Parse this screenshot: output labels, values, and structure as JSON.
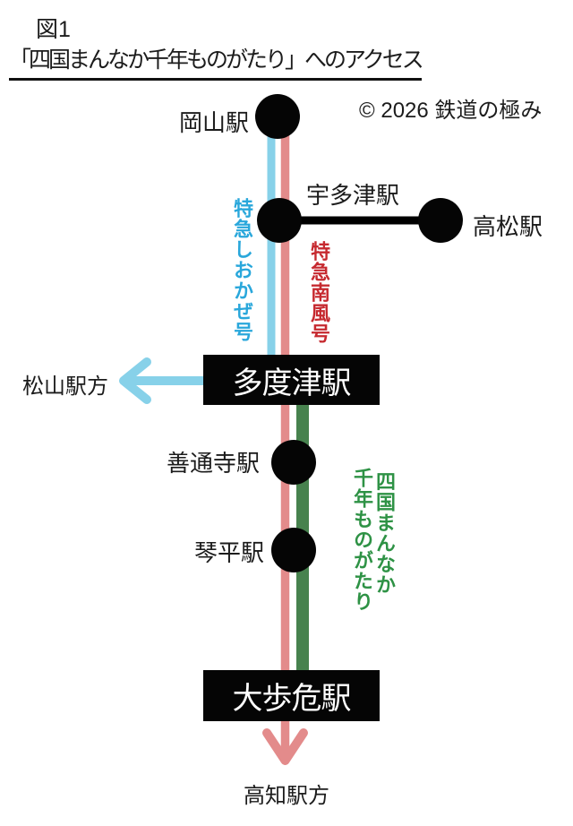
{
  "figure": {
    "label": "図1",
    "title": "「四国まんなか千年ものがたり」へのアクセス",
    "credit": "© 2026 鉄道の極み"
  },
  "stations": {
    "okayama": {
      "name": "岡山駅"
    },
    "utazu": {
      "name": "宇多津駅"
    },
    "takamatsu": {
      "name": "高松駅"
    },
    "tadotsu": {
      "name": "多度津駅"
    },
    "zentsuji": {
      "name": "善通寺駅"
    },
    "kotohira": {
      "name": "琴平駅"
    },
    "oboke": {
      "name": "大歩危駅"
    }
  },
  "routes": {
    "shiokaze": {
      "name": "特急しおかぜ号",
      "text_color": "#29A7DB",
      "line_color": "#87D1E9"
    },
    "nanpu": {
      "name": "特急南風号",
      "text_color": "#C6292F",
      "line_color": "#E38B8B"
    },
    "monogatari": {
      "name_line1": "四国まんなか",
      "name_line2": "千年ものがたり",
      "text_color": "#2E9245",
      "line_color": "#47824E"
    },
    "takamatsu_branch": {
      "line_color": "#000000"
    }
  },
  "directions": {
    "matsuyama": "松山駅方",
    "kochi": "高知駅方"
  }
}
